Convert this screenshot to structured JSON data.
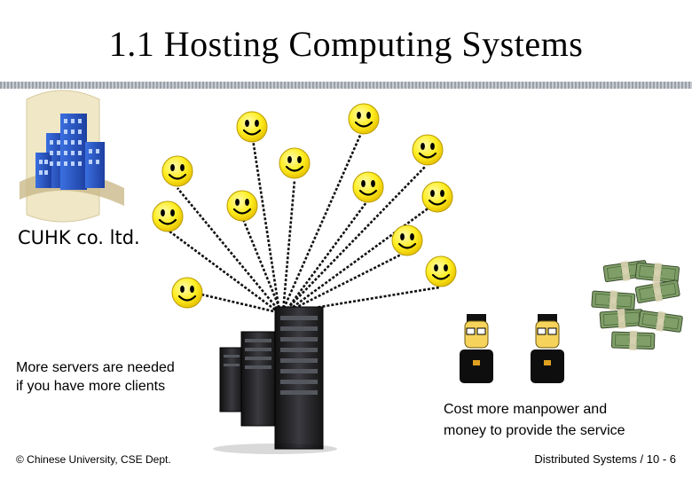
{
  "slide": {
    "title": "1.1 Hosting Computing Systems",
    "company_label": "CUHK co. ltd.",
    "servers_note": [
      "More servers are needed",
      "if you have more clients"
    ],
    "cost_note": [
      "Cost more manpower and",
      "money to provide the service"
    ],
    "footer_left": "© Chinese University, CSE Dept.",
    "footer_right": "Distributed Systems / 10 - 6"
  },
  "colors": {
    "smiley_fill": "#ffee22",
    "smiley_stroke": "#b89a00",
    "server_body": "#2a2a2e",
    "money_green": "#6f8f58",
    "building_blue": "#2f5fd0"
  },
  "icons": [
    "building-icon",
    "smiley-face-icon",
    "server-rack-icon",
    "support-staff-icon",
    "money-stack-icon"
  ]
}
